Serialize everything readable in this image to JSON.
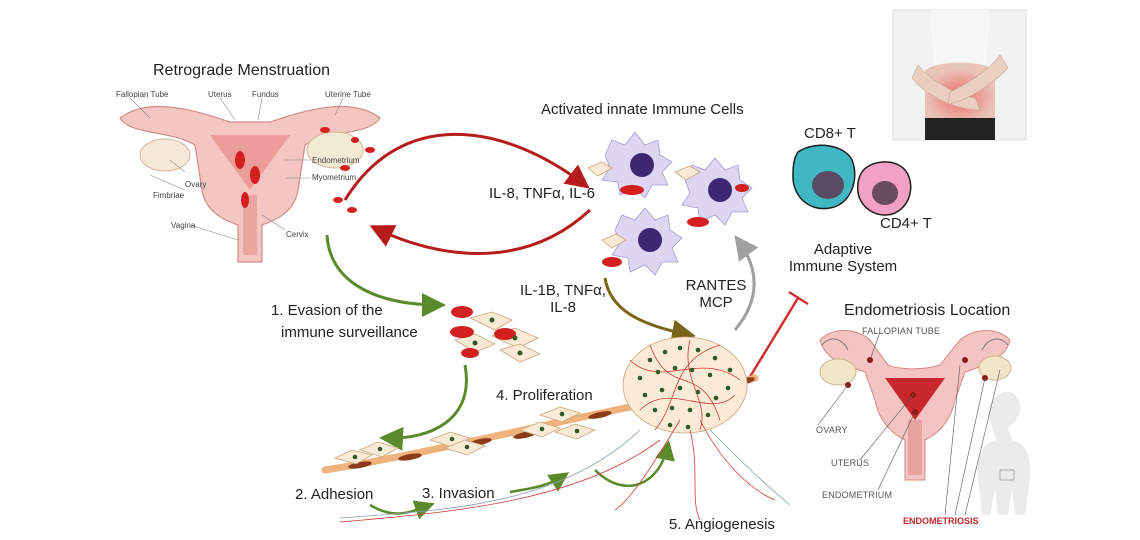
{
  "headings": {
    "retrograde": "Retrograde Menstruation",
    "activated": "Activated innate Immune Cells",
    "cd8": "CD8+ T",
    "cd4": "CD4+ T",
    "adaptive_line1": "Adaptive",
    "adaptive_line2": "Immune  System",
    "endo_location": "Endometriosis Location"
  },
  "steps": {
    "evasion_line1": "1.   Evasion of the",
    "evasion_line2": "immune surveillance",
    "adhesion": "2. Adhesion",
    "invasion": "3. Invasion",
    "proliferation": "4. Proliferation",
    "angiogenesis": "5. Angiogenesis"
  },
  "cytokines": {
    "top": "IL-8, TNFα, IL-6",
    "mid_line1": "IL-1B, TNFα,",
    "mid_line2": "IL-8",
    "rantes_line1": "RANTES",
    "rantes_line2": "MCP"
  },
  "uterus_labels": {
    "fallopian": "Fallopian Tube",
    "uterus": "Uterus",
    "fundus": "Fundus",
    "uterine_tube": "Uterine Tube",
    "ovary": "Ovary",
    "fimbriae": "Fimbriae",
    "endometrium": "Endometrium",
    "myometrium": "Myometrium",
    "vagina": "Vagina",
    "cervix": "Cervix"
  },
  "location_labels": {
    "fallopian": "FALLOPIAN TUBE",
    "ovary": "OVARY",
    "uterus": "UTERUS",
    "endometrium": "ENDOMETRIUM",
    "endometriosis": "ENDOMETRIOSIS"
  },
  "colors": {
    "red_arrow": "#b71c1c",
    "green_arrow": "#5a8a2a",
    "olive_arrow": "#7a6418",
    "grey_arrow": "#a0a0a0",
    "inhibit": "#d32f2f",
    "cd8_fill": "#3fb8c4",
    "cd4_fill": "#f2a0c4",
    "cell_nucleus": "#2e5a2a",
    "rbc": "#d31f1f"
  }
}
